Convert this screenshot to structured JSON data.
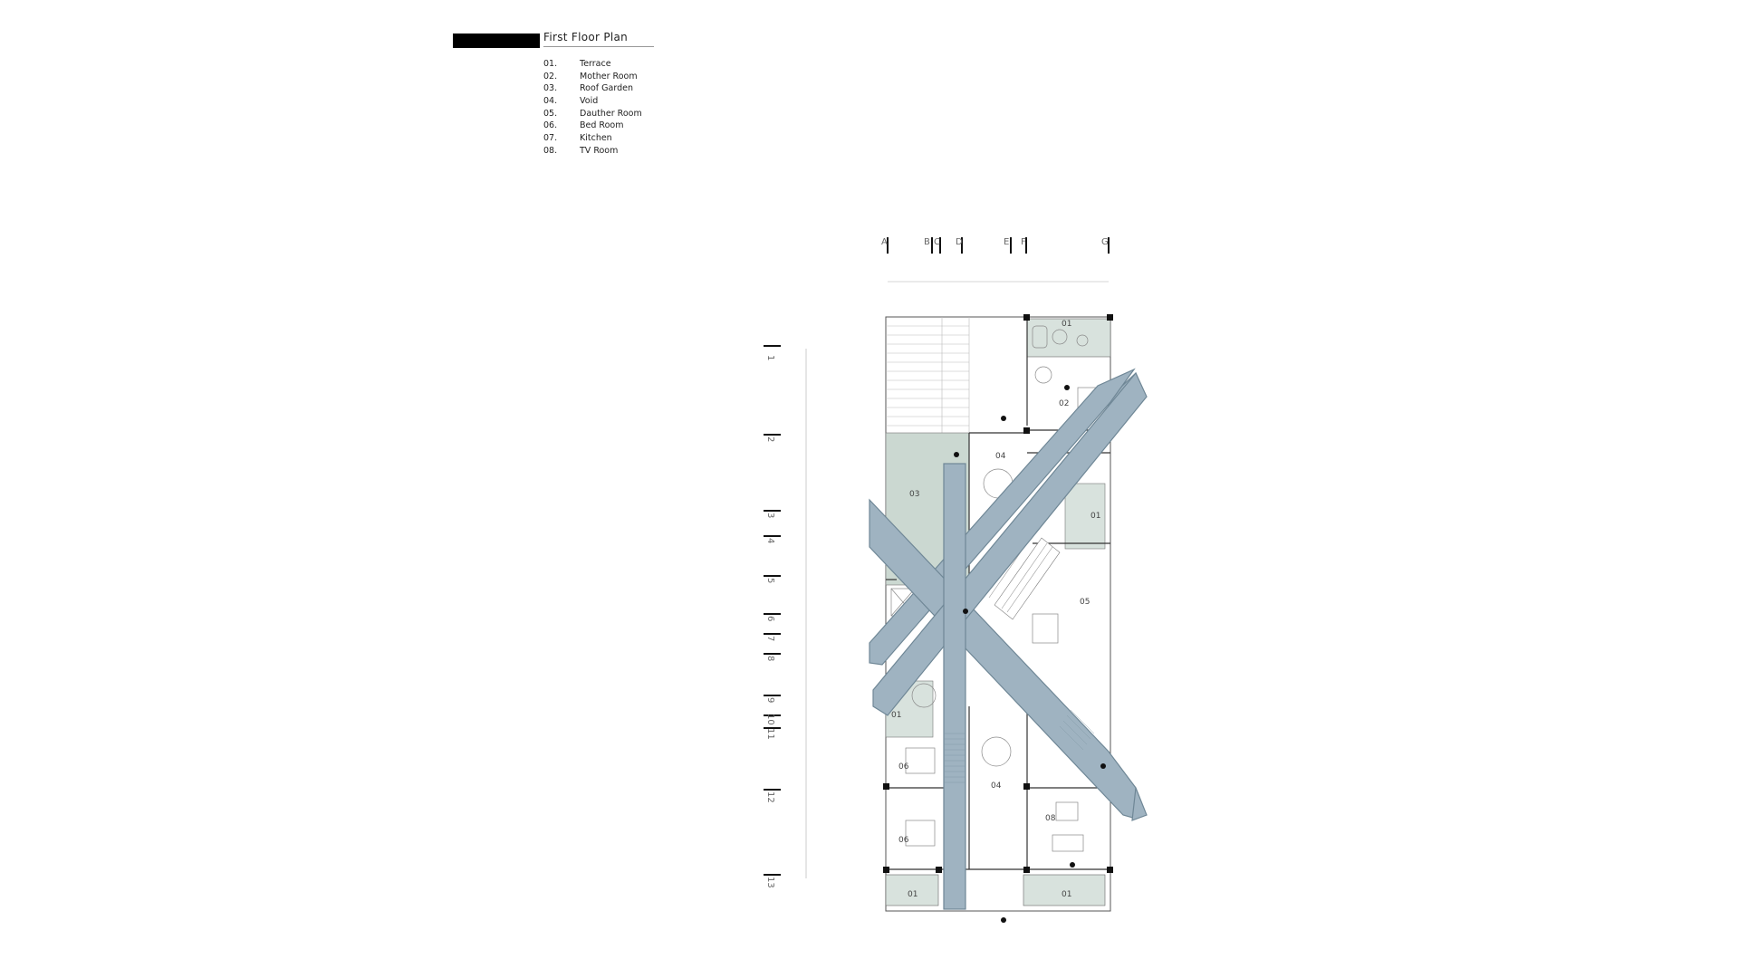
{
  "title": "First Floor Plan",
  "legend": [
    {
      "num": "01.",
      "name": "Terrace"
    },
    {
      "num": "02.",
      "name": "Mother Room"
    },
    {
      "num": "03.",
      "name": "Roof Garden"
    },
    {
      "num": "04.",
      "name": "Void"
    },
    {
      "num": "05.",
      "name": "Dauther Room"
    },
    {
      "num": "06.",
      "name": "Bed Room"
    },
    {
      "num": "07.",
      "name": "Kitchen"
    },
    {
      "num": "08.",
      "name": "TV Room"
    }
  ],
  "grid_letters": [
    "A",
    "B",
    "C",
    "D",
    "E",
    "F",
    "G"
  ],
  "grid_numbers": [
    "1",
    "2",
    "3",
    "4",
    "5",
    "6",
    "7",
    "8",
    "9",
    "10",
    "11",
    "12",
    "13"
  ],
  "room_labels": {
    "terrace_top": "01",
    "mother_room": "02",
    "roof_garden": "03",
    "void_top": "04",
    "terrace_right": "01",
    "daughter_room": "05",
    "terrace_left": "01",
    "bed_room_upper": "06",
    "void_bottom": "04",
    "tv_room": "08",
    "bed_room_lower": "06",
    "terrace_bottom_left": "01",
    "terrace_bottom_right": "01"
  },
  "colors": {
    "bridge": "#9fb3c1",
    "bridge_stroke": "#6f8796",
    "terrace": "#d8e2dd",
    "roof_garden": "#cbd8d1",
    "wall": "#111111"
  }
}
